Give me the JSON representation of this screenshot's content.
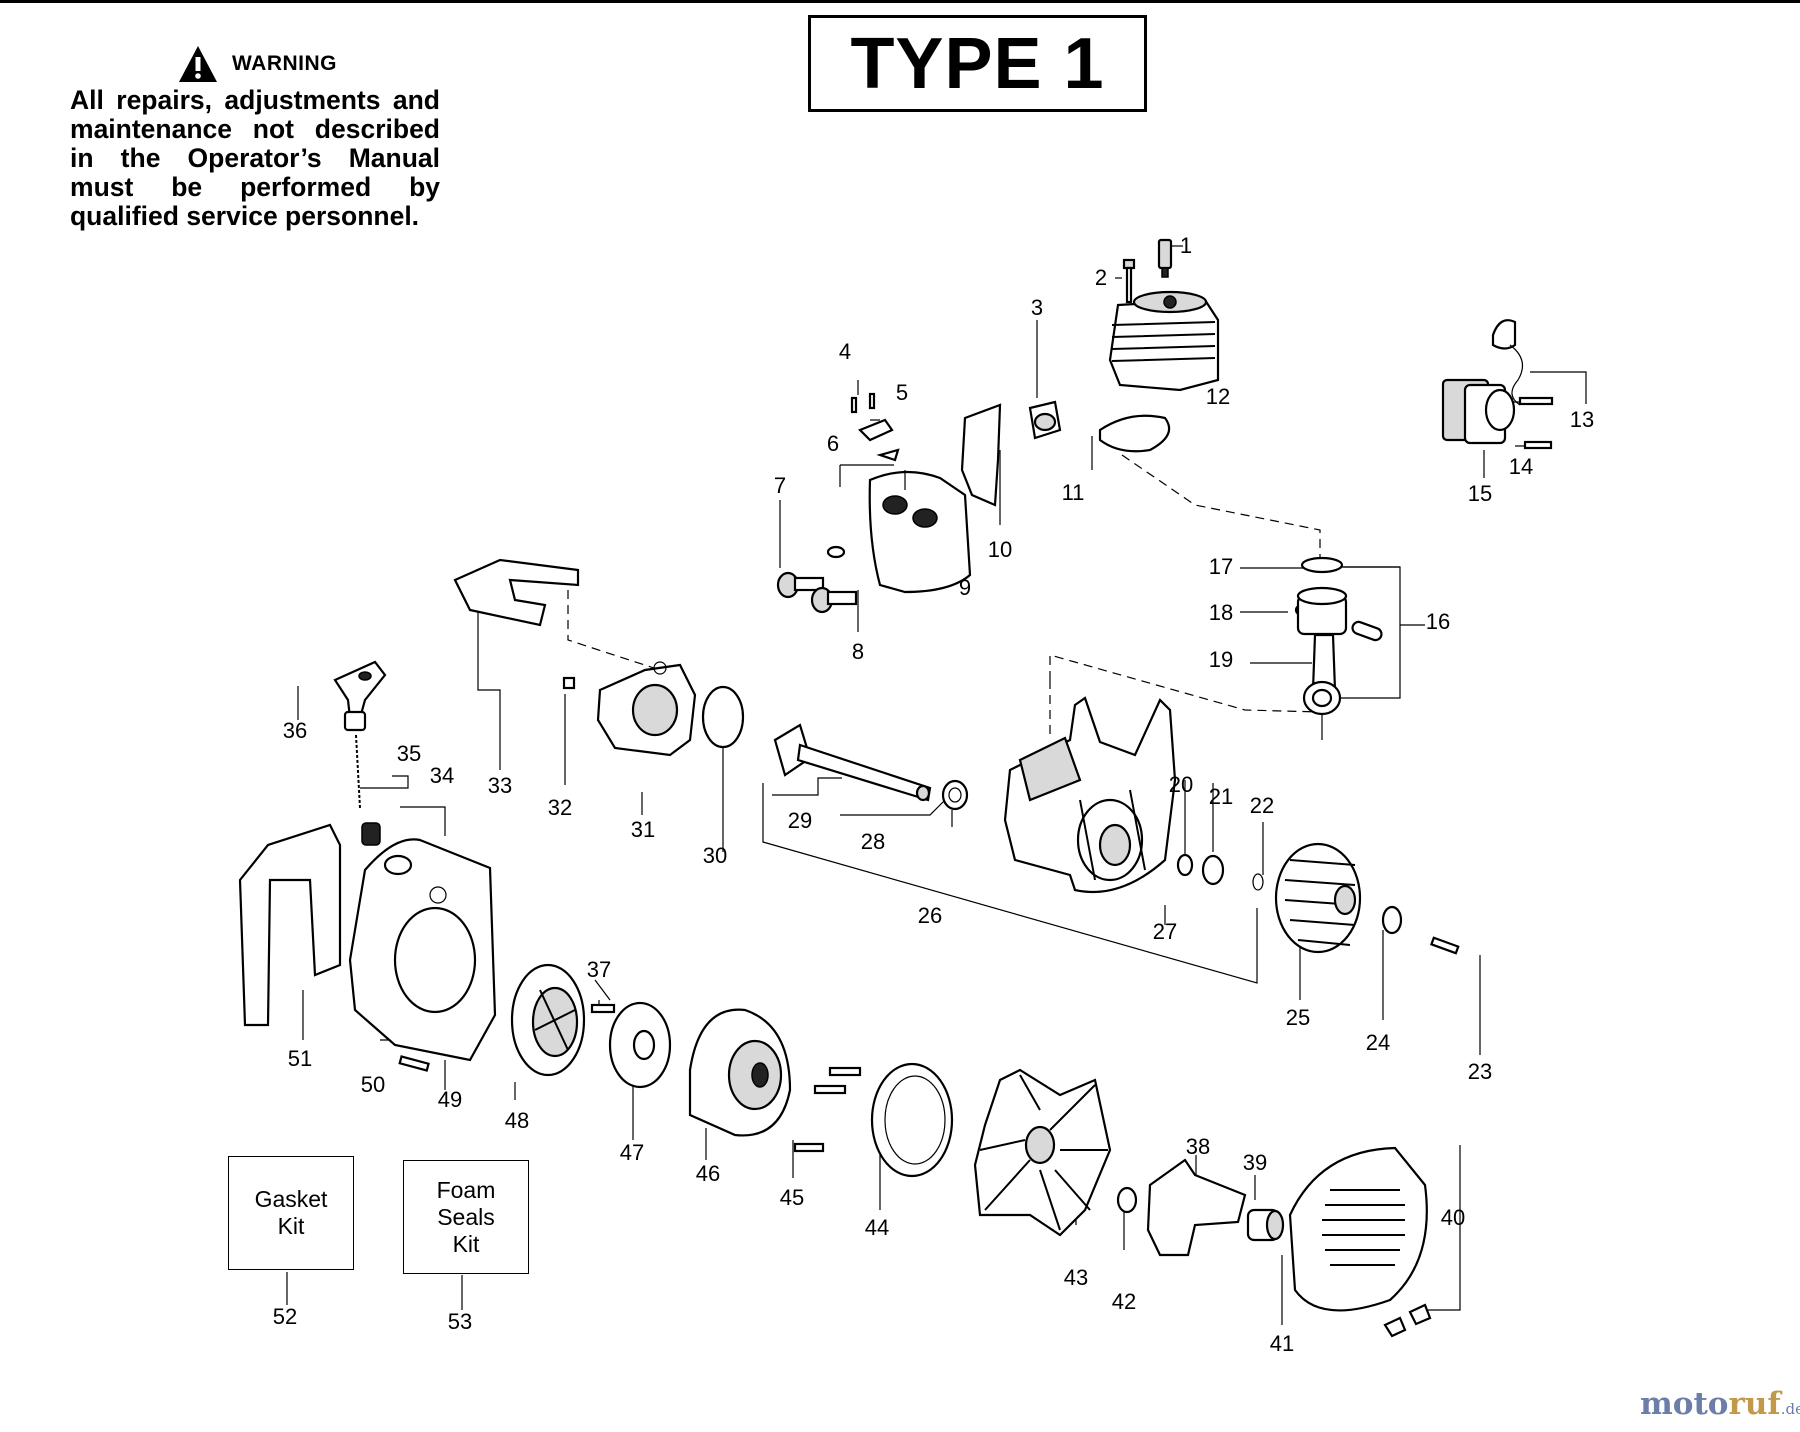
{
  "warning": {
    "heading": "WARNING",
    "text": "All repairs, adjustments and maintenance not described in the Operator’s Manual must be performed by qualified service personnel."
  },
  "title": "TYPE 1",
  "kits": {
    "gasket": [
      "Gasket",
      "Kit"
    ],
    "foam": [
      "Foam",
      "Seals",
      "Kit"
    ]
  },
  "callouts": {
    "n1": "1",
    "n2": "2",
    "n3": "3",
    "n4": "4",
    "n5": "5",
    "n6": "6",
    "n7": "7",
    "n8": "8",
    "n9": "9",
    "n10": "10",
    "n11": "11",
    "n12": "12",
    "n13": "13",
    "n14": "14",
    "n15": "15",
    "n16": "16",
    "n17": "17",
    "n18": "18",
    "n19": "19",
    "n20": "20",
    "n21": "21",
    "n22": "22",
    "n23": "23",
    "n24": "24",
    "n25": "25",
    "n26": "26",
    "n27": "27",
    "n28": "28",
    "n29": "29",
    "n30": "30",
    "n31": "31",
    "n32": "32",
    "n33": "33",
    "n34": "34",
    "n35": "35",
    "n36": "36",
    "n37": "37",
    "n38": "38",
    "n39": "39",
    "n40": "40",
    "n41": "41",
    "n42": "42",
    "n43": "43",
    "n44": "44",
    "n45": "45",
    "n46": "46",
    "n47": "47",
    "n48": "48",
    "n49": "49",
    "n50": "50",
    "n51": "51",
    "n52": "52",
    "n53": "53"
  },
  "watermark": {
    "a": "moto",
    "b": "ruf",
    "c": ".de"
  }
}
